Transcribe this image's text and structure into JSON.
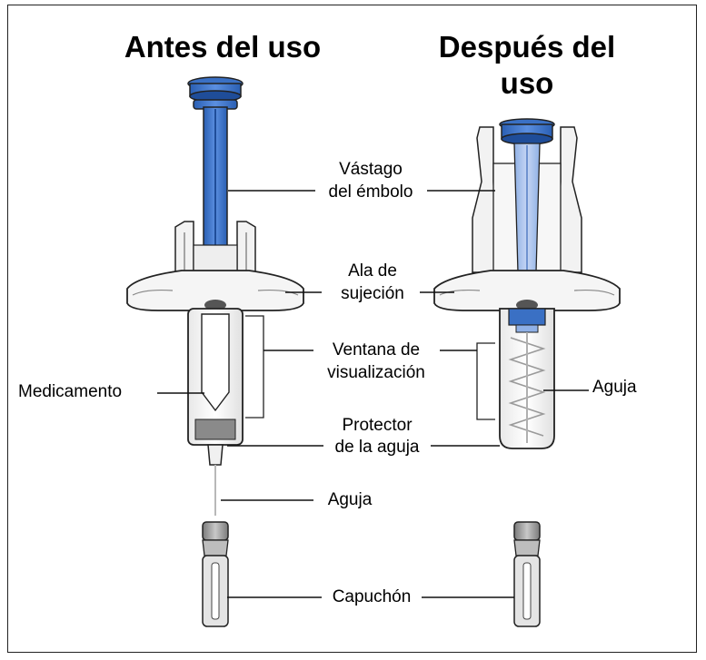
{
  "titles": {
    "before": "Antes del uso",
    "after_line1": "Después del",
    "after_line2": "uso"
  },
  "labels": {
    "plunger_rod_1": "Vástago",
    "plunger_rod_2": "del émbolo",
    "finger_grip_1": "Ala de",
    "finger_grip_2": "sujeción",
    "viewing_window_1": "Ventana de",
    "viewing_window_2": "visualización",
    "medicine": "Medicamento",
    "needle_right": "Aguja",
    "needle_guard_1": "Protector",
    "needle_guard_2": "de la aguja",
    "needle_center": "Aguja",
    "cap": "Capuchón"
  },
  "colors": {
    "blue": "#3a70c4",
    "blue_dark": "#1f4d99",
    "outline": "#222222",
    "gray": "#9a9a9a",
    "light_gray": "#d9d9d9"
  }
}
